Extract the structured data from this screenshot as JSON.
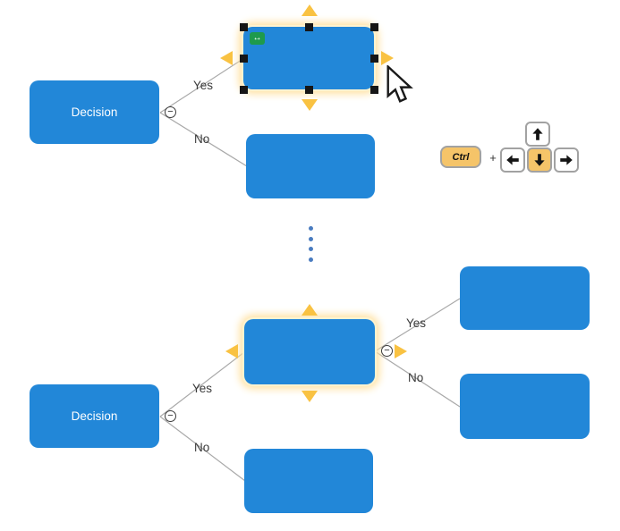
{
  "colors": {
    "node_fill": "#2287d8",
    "node_text": "#ffffff",
    "edge_line": "#a9a9a9",
    "label_text": "#3a3a3a",
    "arrow_yellow": "#f9c242",
    "glow_inner": "#fff3d0",
    "glow_outer": "#ffe1a0",
    "handle": "#161616",
    "badge_green": "#1e9a4d",
    "dot": "#4a7cc0",
    "key_fill": "#f5c469",
    "key_border": "#a2a2a2",
    "key_arrow": "#141414"
  },
  "top_tree": {
    "decision_node": {
      "label": "Decision"
    },
    "collapse_toggle": {
      "glyph": "−"
    },
    "yes_edge": {
      "label": "Yes"
    },
    "no_edge": {
      "label": "No"
    },
    "selected_node": {
      "move_badge_glyph": "↔"
    }
  },
  "bottom_tree": {
    "decision_node": {
      "label": "Decision"
    },
    "collapse_toggle": {
      "glyph": "−"
    },
    "yes_edge": {
      "label": "Yes"
    },
    "no_edge": {
      "label": "No"
    },
    "collapse_toggle_right": {
      "glyph": "−"
    },
    "yes_edge_right": {
      "label": "Yes"
    },
    "no_edge_right": {
      "label": "No"
    }
  },
  "keyboard_hint": {
    "ctrl_key_label": "Ctrl",
    "plus_label": "+",
    "arrow_keys": [
      {
        "name": "up",
        "highlighted": false
      },
      {
        "name": "left",
        "highlighted": false
      },
      {
        "name": "down",
        "highlighted": true
      },
      {
        "name": "right",
        "highlighted": false
      }
    ]
  }
}
